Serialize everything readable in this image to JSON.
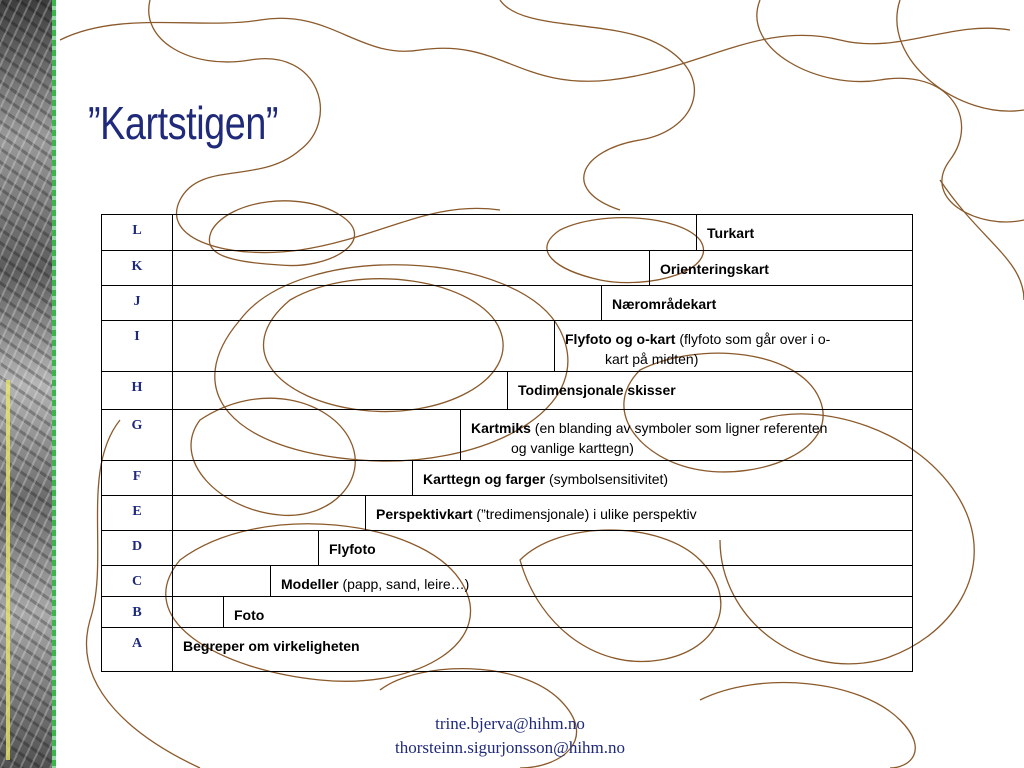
{
  "slide": {
    "title": "”Kartstigen”",
    "colors": {
      "title": "#1f2a7a",
      "contours": "#8b5a2b",
      "strip_accent": "#39b54a"
    },
    "background_icon": "contour-map-lines",
    "strip_icon": "orienteering-map-strip"
  },
  "ladder": {
    "rows": [
      {
        "letter": "L",
        "bold": "Turkart",
        "rest": "",
        "wrap": ""
      },
      {
        "letter": "K",
        "bold": "Orienteringskart",
        "rest": "",
        "wrap": ""
      },
      {
        "letter": "J",
        "bold": "Nærområdekart",
        "rest": "",
        "wrap": ""
      },
      {
        "letter": "I",
        "bold": "Flyfoto og o-kart",
        "rest": " (flyfoto som går over i o-",
        "wrap": "kart på midten)"
      },
      {
        "letter": "H",
        "bold": "Todimensjonale skisser",
        "rest": "",
        "wrap": ""
      },
      {
        "letter": "G",
        "bold": "Kartmiks",
        "rest": " (en blanding av symboler som ligner referenten",
        "wrap": "og vanlige karttegn)"
      },
      {
        "letter": "F",
        "bold": "Karttegn og farger",
        "rest": " (symbolsensitivitet)",
        "wrap": ""
      },
      {
        "letter": "E",
        "bold": "Perspektivkart",
        "rest": " (”tredimensjonale) i ulike perspektiv",
        "wrap": ""
      },
      {
        "letter": "D",
        "bold": "Flyfoto",
        "rest": "",
        "wrap": ""
      },
      {
        "letter": "C",
        "bold": "Modeller",
        "rest": " (papp, sand, leire…)",
        "wrap": ""
      },
      {
        "letter": "B",
        "bold": "Foto",
        "rest": "",
        "wrap": ""
      },
      {
        "letter": "A",
        "bold": "Begreper om virkeligheten",
        "rest": "",
        "wrap": ""
      }
    ]
  },
  "footer": {
    "email_1": "trine.bjerva@hihm.no",
    "email_2": "thorsteinn.sigurjonsson@hihm.no"
  }
}
